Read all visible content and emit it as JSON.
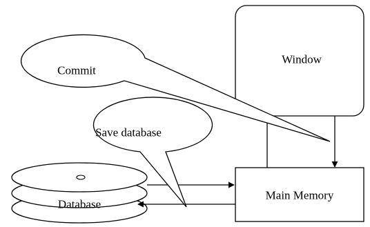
{
  "nodes": {
    "window": {
      "label": "Window"
    },
    "main_memory": {
      "label": "Main Memory"
    },
    "database": {
      "label": "Database"
    }
  },
  "callouts": {
    "commit": {
      "label": "Commit"
    },
    "save_database": {
      "label": "Save database"
    }
  },
  "colors": {
    "stroke": "#000000",
    "fill": "#ffffff"
  }
}
